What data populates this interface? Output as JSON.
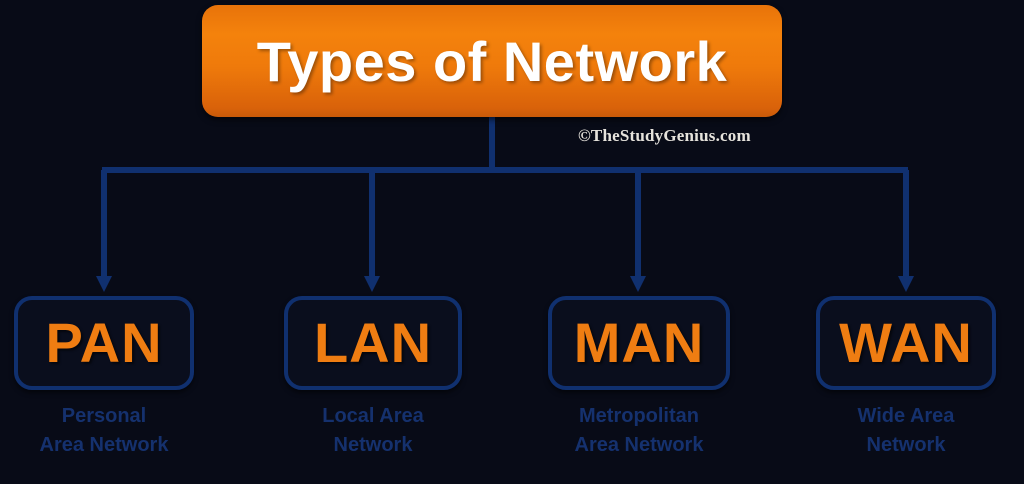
{
  "diagram": {
    "title": "Types of Network",
    "watermark": "©TheStudyGenius.com",
    "colors": {
      "background": "#080b17",
      "title_orange_light": "#f4820c",
      "title_orange_dark": "#c85a09",
      "accent_orange": "#ef7d12",
      "connector_blue": "#10306f",
      "caption_blue": "#15316e",
      "card_fill": "#0a0e1d",
      "title_text": "#ffffff"
    },
    "nodes": [
      {
        "abbr": "PAN",
        "caption_line1": "Personal",
        "caption_line2": "Area Network",
        "full_name": "Personal Area Network"
      },
      {
        "abbr": "LAN",
        "caption_line1": "Local Area",
        "caption_line2": "Network",
        "full_name": "Local Area Network"
      },
      {
        "abbr": "MAN",
        "caption_line1": "Metropolitan",
        "caption_line2": "Area Network",
        "full_name": "Metropolitan Area Network"
      },
      {
        "abbr": "WAN",
        "caption_line1": "Wide Area",
        "caption_line2": "Network",
        "full_name": "Wide Area Network"
      }
    ]
  }
}
